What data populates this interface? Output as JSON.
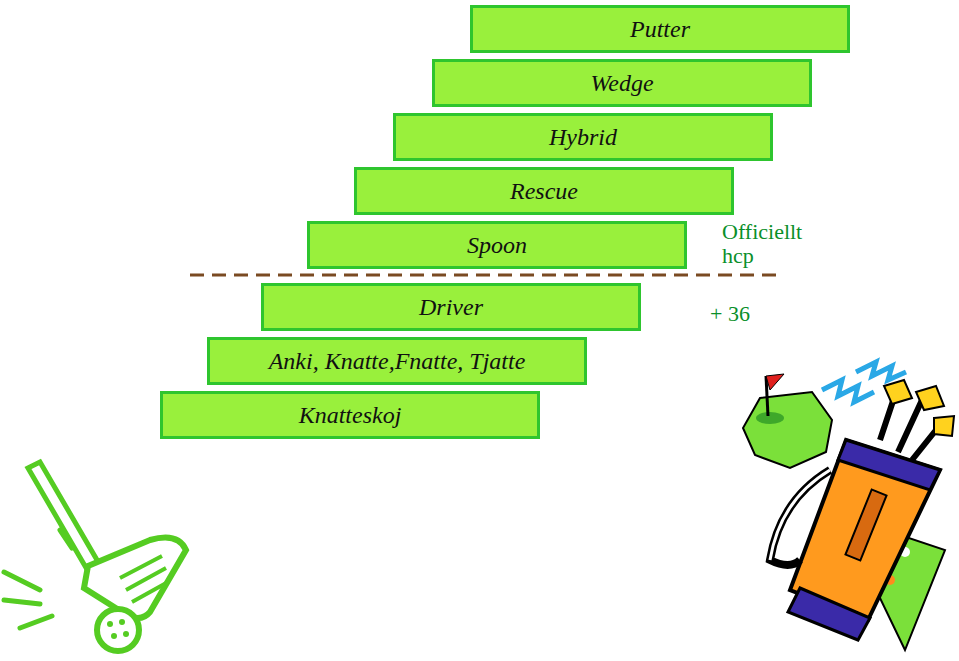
{
  "diagram": {
    "nodes": [
      {
        "text": [
          "Putter"
        ]
      },
      {
        "text": [
          "Wedge"
        ]
      },
      {
        "text": [
          "Hybrid"
        ]
      },
      {
        "text": [
          "Rescue"
        ]
      },
      {
        "text": [
          "Spoon"
        ]
      },
      {
        "text": [
          "Driver"
        ]
      },
      {
        "text": [
          "Anki, Knatte,Fnatte, Tjatte"
        ]
      },
      {
        "text": [
          "Knatteskoj"
        ]
      }
    ],
    "labels": [
      "Officiellt hcp",
      "+ 36"
    ]
  }
}
